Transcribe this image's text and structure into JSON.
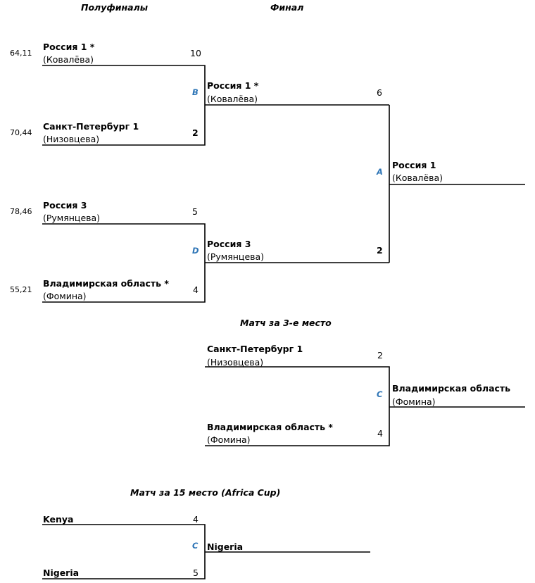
{
  "headers": {
    "semifinals": "Полуфиналы",
    "final": "Финал",
    "third_place": "Матч за 3-е место",
    "fifteenth_place": "Матч за 15 место (Africa Cup)"
  },
  "semifinals": [
    {
      "label": "B",
      "top": {
        "seed": "64,11",
        "team": "Россия 1 *",
        "coach": "(Ковалёва)",
        "score": "10"
      },
      "bottom": {
        "seed": "70,44",
        "team": "Санкт-Петербург 1",
        "coach": "(Низовцева)",
        "score": "2"
      }
    },
    {
      "label": "D",
      "top": {
        "seed": "78,46",
        "team": "Россия 3",
        "coach": "(Румянцева)",
        "score": "5"
      },
      "bottom": {
        "seed": "55,21",
        "team": "Владимирская область *",
        "coach": "(Фомина)",
        "score": "4"
      }
    }
  ],
  "final": {
    "label": "A",
    "top": {
      "team": "Россия 1 *",
      "coach": "(Ковалёва)",
      "score": "6"
    },
    "bottom": {
      "team": "Россия 3",
      "coach": "(Румянцева)",
      "score": "2"
    },
    "winner": {
      "team": "Россия 1",
      "coach": "(Ковалёва)"
    }
  },
  "third_place": {
    "label": "C",
    "top": {
      "team": "Санкт-Петербург 1",
      "coach": "(Низовцева)",
      "score": "2"
    },
    "bottom": {
      "team": "Владимирская область *",
      "coach": "(Фомина)",
      "score": "4"
    },
    "winner": {
      "team": "Владимирская область",
      "coach": "(Фомина)"
    }
  },
  "fifteenth_place": {
    "label": "C",
    "top": {
      "team": "Kenya",
      "score": "4"
    },
    "bottom": {
      "team": "Nigeria",
      "score": "5"
    },
    "winner": {
      "team": "Nigeria"
    }
  }
}
